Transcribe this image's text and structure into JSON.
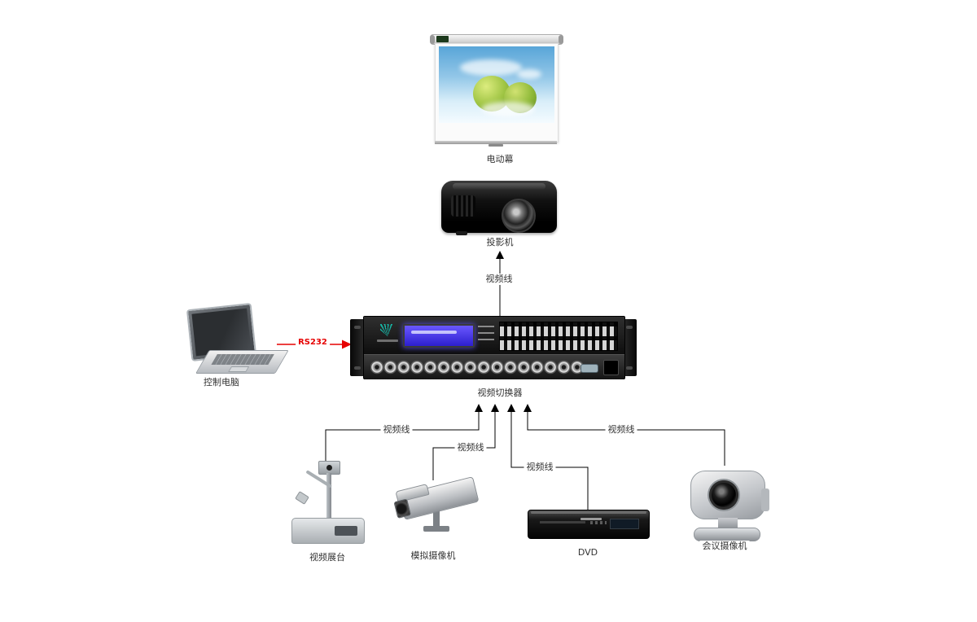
{
  "devices": {
    "screen": {
      "label": "电动幕"
    },
    "projector": {
      "label": "投影机"
    },
    "switcher": {
      "label": "视频切换器"
    },
    "computer": {
      "label": "控制电脑"
    },
    "doc_camera": {
      "label": "视频展台"
    },
    "analog_camera": {
      "label": "模拟摄像机"
    },
    "dvd": {
      "label": "DVD"
    },
    "conference_camera": {
      "label": "会议摄像机"
    }
  },
  "cables": {
    "rs232": {
      "label": "RS232",
      "color": "#e60000"
    },
    "switcher_to_projector": {
      "label": "视频线"
    },
    "doc_to_switcher": {
      "label": "视频线"
    },
    "analog_to_switcher": {
      "label": "视频线"
    },
    "dvd_to_switcher": {
      "label": "视频线"
    },
    "conference_to_switcher": {
      "label": "视频线"
    }
  },
  "colors": {
    "connector_line": "#000000",
    "rs232_line": "#e60000",
    "lcd_display": "#4433e0",
    "background": "#ffffff"
  }
}
